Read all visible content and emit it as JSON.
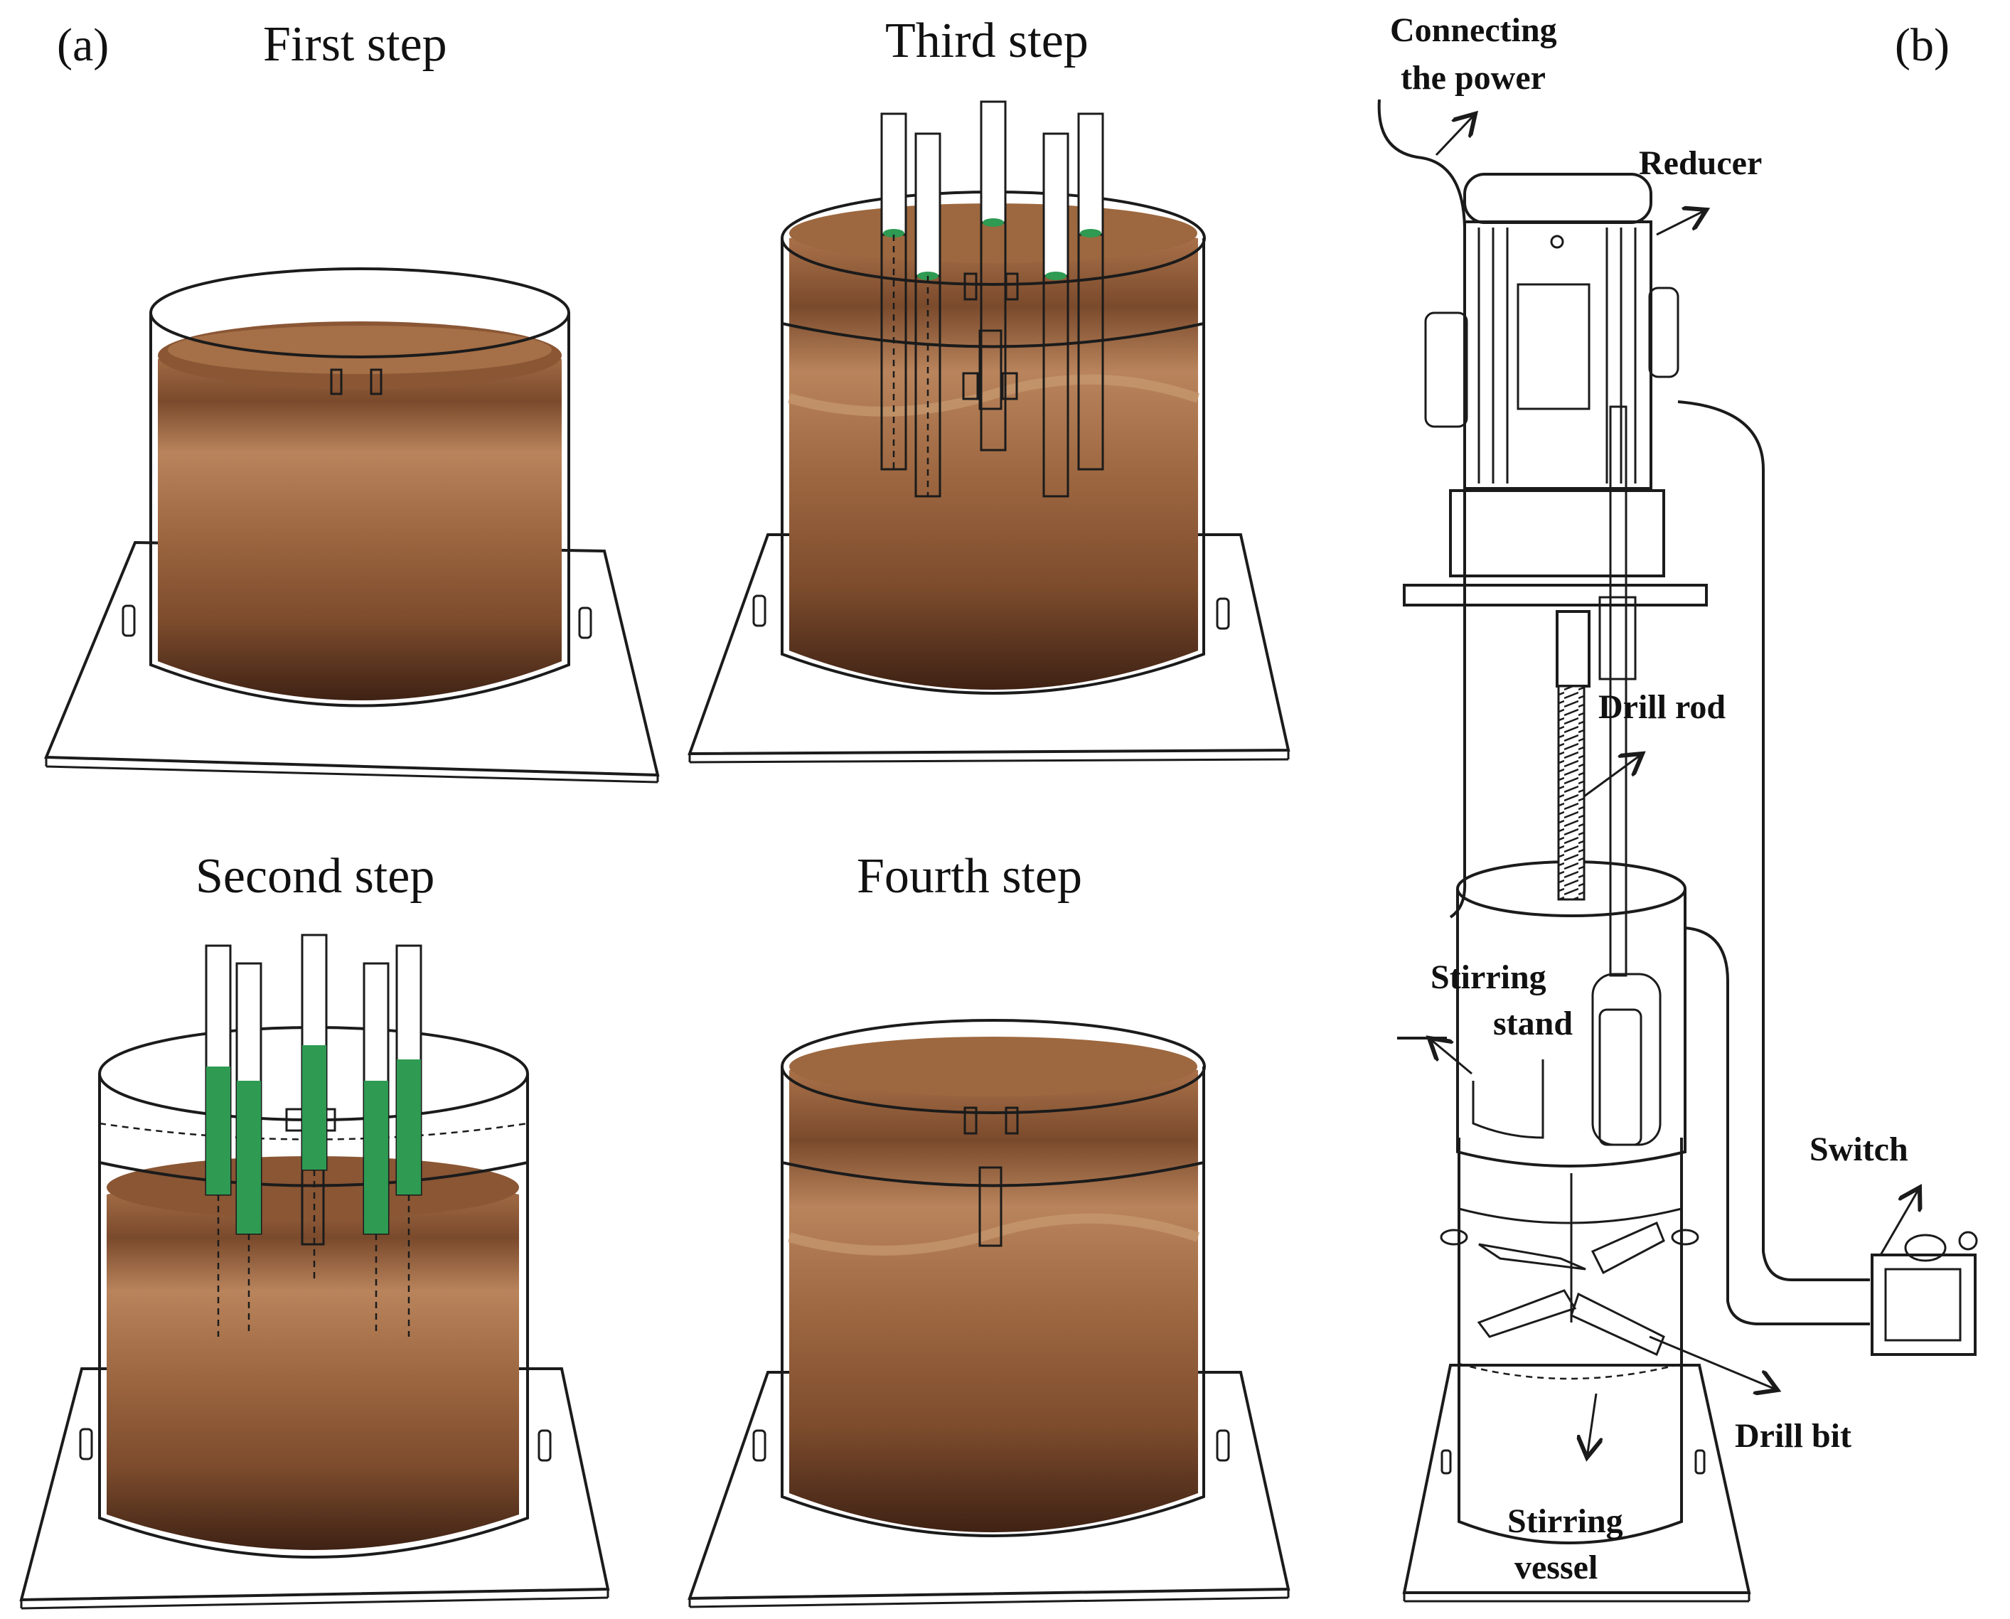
{
  "panel_a": {
    "label": "(a)",
    "steps": {
      "first": "First step",
      "second": "Second step",
      "third": "Third step",
      "fourth": "Fourth step"
    }
  },
  "panel_b": {
    "label": "(b)",
    "callouts": {
      "power_line1": "Connecting",
      "power_line2": "the power",
      "reducer": "Reducer",
      "drill_rod": "Drill rod",
      "stirring_stand_line1": "Stirring",
      "stirring_stand_line2": "stand",
      "switch": "Switch",
      "drill_bit": "Drill bit",
      "stirring_vessel_line1": "Stirring",
      "stirring_vessel_line2": "vessel"
    }
  },
  "colors": {
    "soil_light": "#b9825a",
    "soil_mid": "#8f5b37",
    "soil_dark": "#5b3520",
    "soil_bottom": "#3f2214",
    "tube_liquid": "#2e9a52",
    "line": "#1b1b1b"
  }
}
